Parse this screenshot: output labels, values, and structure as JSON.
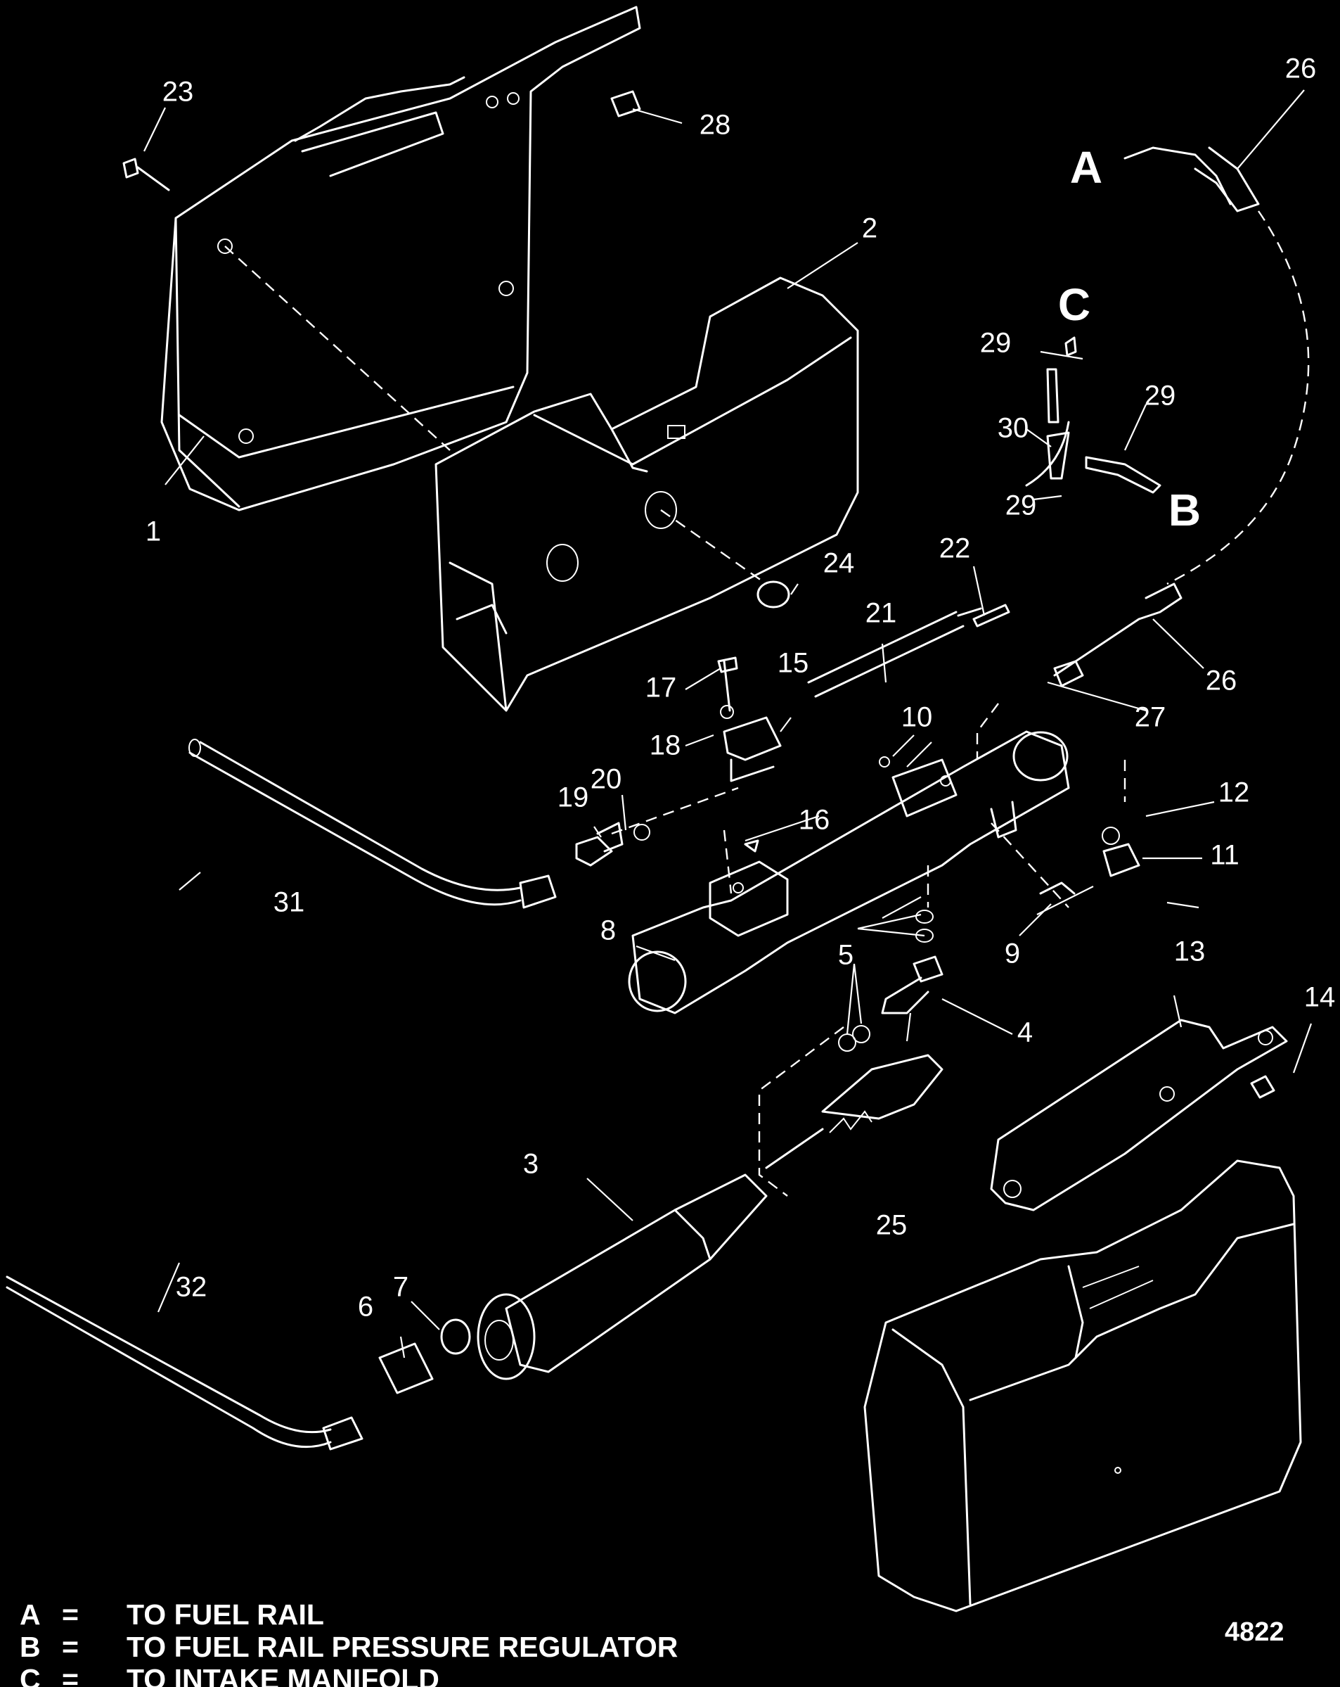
{
  "diagram": {
    "callouts": [
      {
        "id": "c1",
        "label": "1"
      },
      {
        "id": "c2",
        "label": "2"
      },
      {
        "id": "c3",
        "label": "3"
      },
      {
        "id": "c4",
        "label": "4"
      },
      {
        "id": "c5",
        "label": "5"
      },
      {
        "id": "c6",
        "label": "6"
      },
      {
        "id": "c7",
        "label": "7"
      },
      {
        "id": "c8",
        "label": "8"
      },
      {
        "id": "c9",
        "label": "9"
      },
      {
        "id": "c10",
        "label": "10"
      },
      {
        "id": "c11",
        "label": "11"
      },
      {
        "id": "c12",
        "label": "12"
      },
      {
        "id": "c13",
        "label": "13"
      },
      {
        "id": "c14",
        "label": "14"
      },
      {
        "id": "c15",
        "label": "15"
      },
      {
        "id": "c16",
        "label": "16"
      },
      {
        "id": "c17",
        "label": "17"
      },
      {
        "id": "c18",
        "label": "18"
      },
      {
        "id": "c19",
        "label": "19"
      },
      {
        "id": "c20",
        "label": "20"
      },
      {
        "id": "c21",
        "label": "21"
      },
      {
        "id": "c22",
        "label": "22"
      },
      {
        "id": "c23",
        "label": "23"
      },
      {
        "id": "c24",
        "label": "24"
      },
      {
        "id": "c25",
        "label": "25"
      },
      {
        "id": "c26a",
        "label": "26"
      },
      {
        "id": "c26b",
        "label": "26"
      },
      {
        "id": "c27",
        "label": "27"
      },
      {
        "id": "c28",
        "label": "28"
      },
      {
        "id": "c29a",
        "label": "29"
      },
      {
        "id": "c29b",
        "label": "29"
      },
      {
        "id": "c29c",
        "label": "29"
      },
      {
        "id": "c30",
        "label": "30"
      },
      {
        "id": "c31",
        "label": "31"
      },
      {
        "id": "c32",
        "label": "32"
      }
    ],
    "connection_letters": {
      "a": "A",
      "b": "B",
      "c": "C"
    }
  },
  "legend": [
    {
      "key": "A",
      "eq": "=",
      "text": "TO FUEL RAIL"
    },
    {
      "key": "B",
      "eq": "=",
      "text": "TO FUEL RAIL PRESSURE REGULATOR"
    },
    {
      "key": "C",
      "eq": "=",
      "text": "TO INTAKE MANIFOLD"
    }
  ],
  "figure_number": "4822"
}
